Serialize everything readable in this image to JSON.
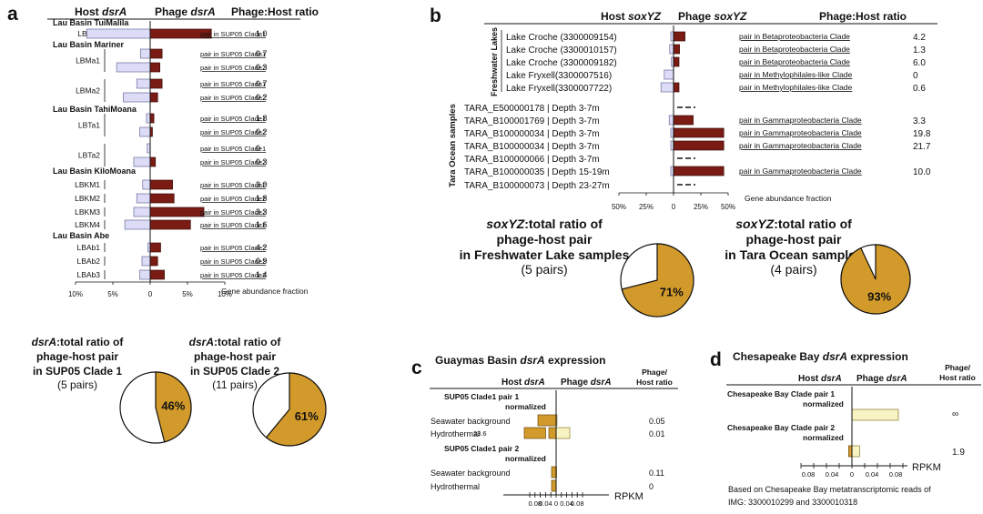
{
  "panel_a": {
    "letter": "a",
    "headers": {
      "host_pre": "Host ",
      "host_it": "dsrA",
      "phage_pre": "Phage ",
      "phage_it": "dsrA",
      "ratio": "Phage:Host ratio"
    },
    "x_label": "Gene abundance fraction",
    "ticks": [
      "10%",
      "5%",
      "0",
      "5%",
      "10%"
    ],
    "sections": [
      {
        "title": "Lau Basin TuiMalila",
        "groups": [
          {
            "name": "LBTu1",
            "rows": [
              {
                "host": 8.5,
                "phage": 8.2,
                "pair": "pair in SUP05 Clade1",
                "ratio": "1.0"
              }
            ]
          }
        ]
      },
      {
        "title": "Lau Basin Mariner",
        "groups": [
          {
            "name": "LBMa1",
            "rows": [
              {
                "host": 1.3,
                "phage": 1.6,
                "pair": "pair in SUP05 Clade1",
                "ratio": "0.7"
              },
              {
                "host": 4.5,
                "phage": 1.3,
                "pair": "pair in SUP05 Clade2",
                "ratio": "0.3"
              }
            ]
          },
          {
            "name": "LBMa2",
            "rows": [
              {
                "host": 1.8,
                "phage": 1.6,
                "pair": "pair in SUP05 Clade1",
                "ratio": "0.7"
              },
              {
                "host": 3.6,
                "phage": 1.0,
                "pair": "pair in SUP05 Clade2",
                "ratio": "0.2"
              }
            ]
          }
        ]
      },
      {
        "title": "Lau Basin TahiMoana",
        "groups": [
          {
            "name": "LBTa1",
            "rows": [
              {
                "host": 0.5,
                "phage": 0.5,
                "pair": "pair in SUP05 Clade1",
                "ratio": "1.8"
              },
              {
                "host": 1.4,
                "phage": 0.3,
                "pair": "pair in SUP05 Clade2",
                "ratio": "0.2"
              }
            ]
          },
          {
            "name": "LBTa2",
            "rows": [
              {
                "host": 0.4,
                "phage": 0,
                "pair": "pair in SUP05 Clade1",
                "ratio": "0"
              },
              {
                "host": 2.2,
                "phage": 0.7,
                "pair": "pair in SUP05 Clade2",
                "ratio": "0.3"
              }
            ]
          }
        ]
      },
      {
        "title": "Lau Basin KiloMoana",
        "groups": [
          {
            "name": "LBKM1",
            "rows": [
              {
                "host": 1.0,
                "phage": 3.0,
                "pair": "pair in SUP05 Clade2",
                "ratio": "3.0"
              }
            ]
          },
          {
            "name": "LBKM2",
            "rows": [
              {
                "host": 1.8,
                "phage": 3.2,
                "pair": "pair in SUP05 Clade2",
                "ratio": "1.8"
              }
            ]
          },
          {
            "name": "LBKM3",
            "rows": [
              {
                "host": 2.2,
                "phage": 7.2,
                "pair": "pair in SUP05 Clade2",
                "ratio": "3.3"
              }
            ]
          },
          {
            "name": "LBKM4",
            "rows": [
              {
                "host": 3.4,
                "phage": 5.4,
                "pair": "pair in SUP05 Clade2",
                "ratio": "1.6"
              }
            ]
          }
        ]
      },
      {
        "title": "Lau Basin Abe",
        "groups": [
          {
            "name": "LBAb1",
            "rows": [
              {
                "host": 0.3,
                "phage": 1.4,
                "pair": "pair in SUP05 Clade2",
                "ratio": "4.2"
              }
            ]
          },
          {
            "name": "LBAb2",
            "rows": [
              {
                "host": 1.1,
                "phage": 1.0,
                "pair": "pair in SUP05 Clade2",
                "ratio": "0.9"
              }
            ]
          },
          {
            "name": "LBAb3",
            "rows": [
              {
                "host": 1.4,
                "phage": 1.9,
                "pair": "pair in SUP05 Clade2",
                "ratio": "1.4"
              }
            ]
          }
        ]
      }
    ],
    "pies": [
      {
        "title_it": "dsrA",
        "title_rest": ":total ratio of",
        "line2": "phage-host pair",
        "line3": "in SUP05 Clade 1",
        "pairs": "(5 pairs)",
        "percent": 46,
        "label": "46%"
      },
      {
        "title_it": "dsrA",
        "title_rest": ":total ratio of",
        "line2": "phage-host pair",
        "line3": "in SUP05 Clade 2",
        "pairs": "(11 pairs)",
        "percent": 61,
        "label": "61%"
      }
    ]
  },
  "panel_b": {
    "letter": "b",
    "headers": {
      "host_pre": "Host ",
      "host_it": "soxYZ",
      "phage_pre": "Phage ",
      "phage_it": "soxYZ",
      "ratio": "Phage:Host ratio"
    },
    "group_labels": [
      "Freshwater Lakes",
      "Tara Ocean samples"
    ],
    "x_label": "Gene abundance fraction",
    "ticks": [
      "50%",
      "25%",
      "0",
      "25%",
      "50%"
    ],
    "freshwater": [
      {
        "name": "Lake Croche (3300009154)",
        "host": 2.5,
        "phage": 10.5,
        "pair": "pair in Betaproteobacteria Clade",
        "ratio": "4.2"
      },
      {
        "name": "Lake Croche (3300010157)",
        "host": 3.5,
        "phage": 5.5,
        "pair": "pair in Betaproteobacteria Clade",
        "ratio": "1.3"
      },
      {
        "name": "Lake Croche (3300009182)",
        "host": 2.0,
        "phage": 5.0,
        "pair": "pair in Betaproteobacteria Clade",
        "ratio": "6.0"
      },
      {
        "name": "Lake Fryxell(3300007516)",
        "host": 8.5,
        "phage": 0,
        "pair": "pair in Methylophilales-like Clade",
        "ratio": "0"
      },
      {
        "name": "Lake Fryxell(3300007722)",
        "host": 11.5,
        "phage": 5.0,
        "pair": "pair in Methylophilales-like Clade",
        "ratio": "0.6"
      }
    ],
    "tara": [
      {
        "name": "TARA_E500000178 | Depth 3-7m",
        "host": null,
        "phage": null,
        "pair": "",
        "ratio": ""
      },
      {
        "name": "TARA_B100001769 | Depth 3-7m",
        "host": 4.0,
        "phage": 18.0,
        "pair": "pair in Gammaproteobacteria Clade",
        "ratio": "3.3"
      },
      {
        "name": "TARA_B100000034 | Depth 3-7m",
        "host": 2.5,
        "phage": 46.0,
        "pair": "pair in Gammaproteobacteria Clade",
        "ratio": "19.8"
      },
      {
        "name": "TARA_B100000034 | Depth 3-7m",
        "host": 2.5,
        "phage": 46.0,
        "pair": "pair in Gammaproteobacteria Clade",
        "ratio": "21.7"
      },
      {
        "name": "TARA_B100000066 | Depth 3-7m",
        "host": null,
        "phage": null,
        "pair": "",
        "ratio": ""
      },
      {
        "name": "TARA_B100000035 | Depth 15-19m",
        "host": 2.5,
        "phage": 46.0,
        "pair": "pair in Gammaproteobacteria Clade",
        "ratio": "10.0"
      },
      {
        "name": "TARA_B100000073 | Depth 23-27m",
        "host": null,
        "phage": null,
        "pair": "",
        "ratio": ""
      }
    ],
    "pies": [
      {
        "title_it": "soxYZ",
        "title_rest": ":total ratio of",
        "line2": "phage-host pair",
        "line3": "in Freshwater Lake samples",
        "pairs": "(5 pairs)",
        "percent": 71,
        "label": "71%"
      },
      {
        "title_it": "soxYZ",
        "title_rest": ":total ratio of",
        "line2": "phage-host pair",
        "line3": "in Tara Ocean samples",
        "pairs": "(4 pairs)",
        "percent": 93,
        "label": "93%"
      }
    ]
  },
  "panel_c": {
    "letter": "c",
    "title_pre": "Guaymas Basin ",
    "title_it": "dsrA",
    "title_post": " expression",
    "headers": {
      "host_pre": "Host ",
      "host_it": "dsrA",
      "phage_pre": "Phage ",
      "phage_it": "dsrA",
      "ratio1": "Phage/",
      "ratio2": "Host ratio"
    },
    "sections": [
      {
        "title1": "SUP05 Clade1 pair 1",
        "title2": "normalized",
        "rows": [
          {
            "name": "Seawater background",
            "host": 0.04,
            "phage": 0.002,
            "ratio": "0.05",
            "annot": ""
          },
          {
            "name": "Hydrothermal",
            "host": 0.09,
            "phage": 0.03,
            "ratio": "0.01",
            "annot": "23.6"
          }
        ]
      },
      {
        "title1": "SUP05 Clade1 pair 2",
        "title2": "normalized",
        "rows": [
          {
            "name": "Seawater background",
            "host": 0.01,
            "phage": 0.001,
            "ratio": "0.11",
            "annot": ""
          },
          {
            "name": "Hydrothermal",
            "host": 0.01,
            "phage": 0,
            "ratio": "0",
            "annot": ""
          }
        ]
      }
    ],
    "axis_label": "RPKM",
    "ticks": [
      "0.08",
      "0.04",
      "0",
      "0.04",
      "0.08"
    ]
  },
  "panel_d": {
    "letter": "d",
    "title_pre": "Chesapeake Bay ",
    "title_it": "dsrA",
    "title_post": " expression",
    "headers": {
      "host_pre": "Host ",
      "host_it": "dsrA",
      "phage_pre": "Phage ",
      "phage_it": "dsrA",
      "ratio1": "Phage/",
      "ratio2": "Host ratio"
    },
    "sections": [
      {
        "title1": "Chesapeake Bay Clade pair 1",
        "title2": "normalized",
        "host": 0,
        "phage": 0.085,
        "ratio": "∞"
      },
      {
        "title1": "Chesapeake Bay Clade pair 2",
        "title2": "normalized",
        "host": 0.006,
        "phage": 0.014,
        "ratio": "1.9"
      }
    ],
    "axis_label": "RPKM",
    "ticks": [
      "0.08",
      "0.04",
      "0",
      "0.04",
      "0.08"
    ],
    "footnote1": "Based on Chesapeake Bay metatranscriptomic reads  of",
    "footnote2": "IMG:  3300010299 and 3300010318"
  },
  "colors": {
    "host": "#dcdcf6",
    "host_stroke": "#6b6b9a",
    "phage": "#7a1b14",
    "gold": "#d29a2a",
    "gold_light": "#f8f3c2"
  }
}
